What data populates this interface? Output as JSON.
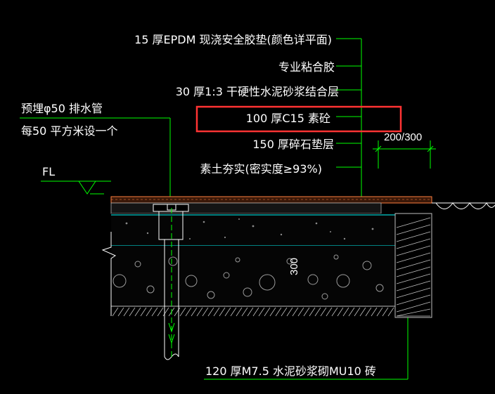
{
  "drawing": {
    "callouts": [
      "15  厚EPDM  现浇安全胶垫(颜色详平面)",
      "专业粘合胶",
      "30  厚1:3  干硬性水泥砂浆结合层",
      "100  厚C15  素砼",
      "150  厚碎石垫层",
      "素土夯实(密实度≥93%)"
    ],
    "drain_note_line1": "预埋φ50  排水管",
    "drain_note_line2": "每50  平方米设一个",
    "floor_level_label": "FL",
    "dim_width": "200/300",
    "dim_depth": "300",
    "wall_note": "120  厚M7.5  水泥砂浆砌MU10   砖",
    "colors": {
      "background": "#000000",
      "leader": "#00ff00",
      "highlight": "#ff3333",
      "layer_line": "#00ffff",
      "surface": "#ff8040",
      "text": "#ffffff"
    }
  }
}
